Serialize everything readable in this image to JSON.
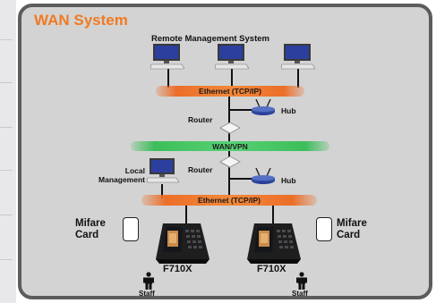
{
  "title": "WAN System",
  "top_label": "Remote Management System",
  "ethernet_top": "Ethernet (TCP/IP)",
  "ethernet_bottom": "Ethernet (TCP/IP)",
  "wan": "WAN/VPN",
  "router_top": "Router",
  "router_bottom": "Router",
  "hub_top": "Hub",
  "hub_bottom": "Hub",
  "local_management": "Local Management",
  "mifare_left": "Mifare Card",
  "mifare_right": "Mifare Card",
  "device_left": "F710X",
  "device_right": "F710X",
  "staff_left": "Staff",
  "staff_right": "Staff",
  "colors": {
    "title": "#f07a22",
    "ethernet": "#ec6e28",
    "wan": "#3cbe5a",
    "frame": "#5c5c5c",
    "background": "#d3d3d3"
  }
}
